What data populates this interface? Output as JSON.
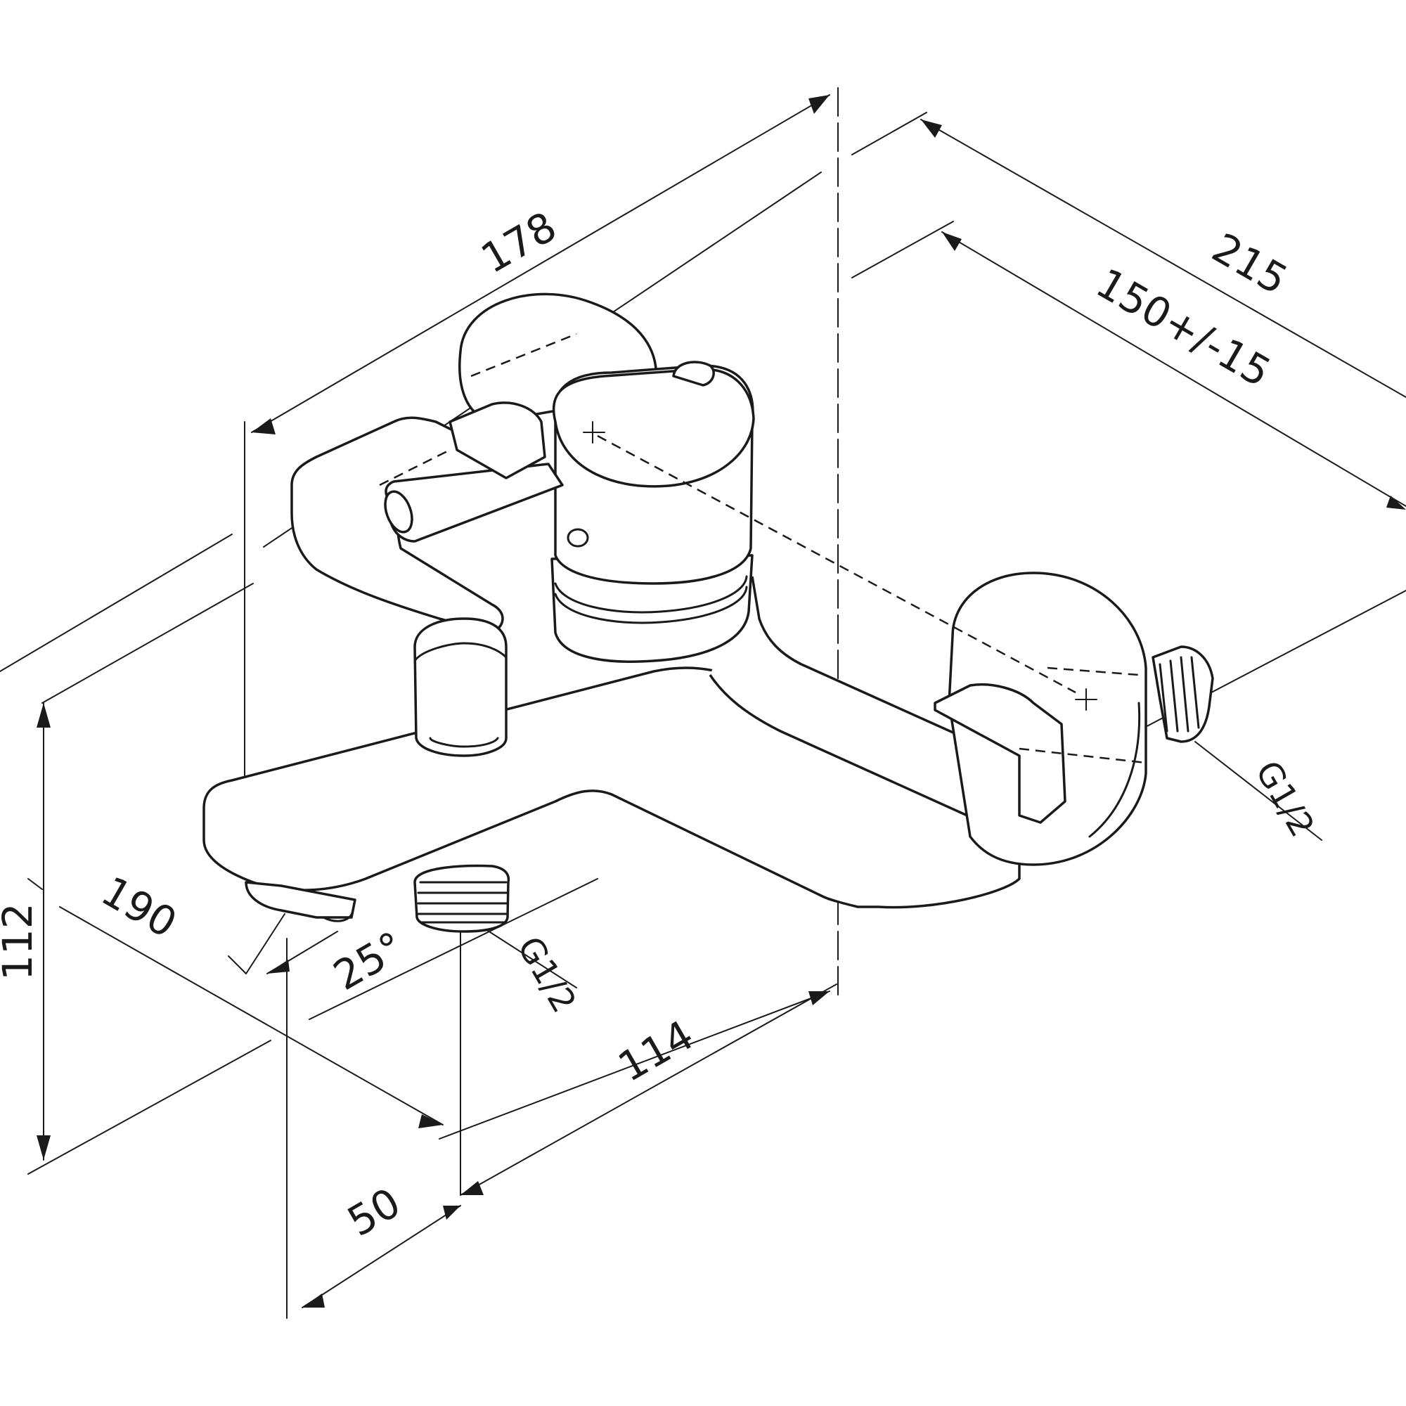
{
  "dimensions": {
    "width_top": "178",
    "depth_total": "215",
    "center_distance": "150+/-15",
    "length_spout": "190",
    "height": "112",
    "spout_angle": "25°",
    "spout_offset": "50",
    "outlet_distance": "114"
  },
  "threads": {
    "inlet": "G1/2",
    "outlet": "G1/2"
  }
}
